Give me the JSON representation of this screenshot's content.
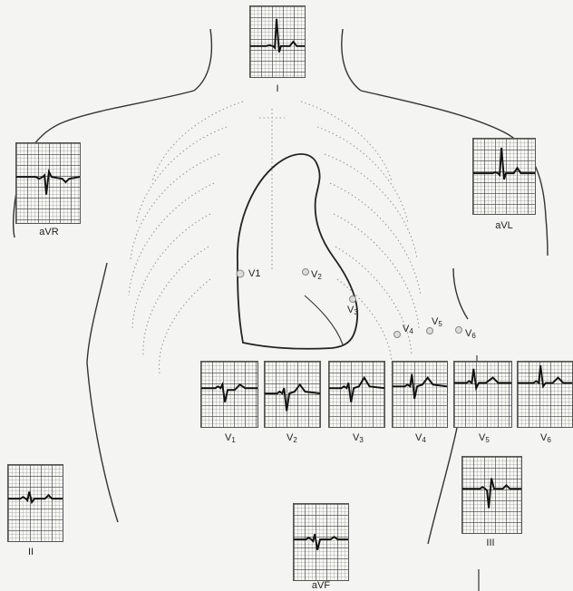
{
  "limb_leads": {
    "I": "I",
    "aVR": "aVR",
    "aVL": "aVL",
    "II": "II",
    "aVF": "aVF",
    "III": "III"
  },
  "precordial_leads": {
    "V1": "V1",
    "V2": "V2",
    "V3": "V3",
    "V4": "V4",
    "V5": "V5",
    "V6": "V6"
  },
  "electrode_labels": {
    "V1": "V1",
    "V2": "V2",
    "V3": "V3",
    "V4": "V4",
    "V5": "V5",
    "V6": "V6"
  }
}
